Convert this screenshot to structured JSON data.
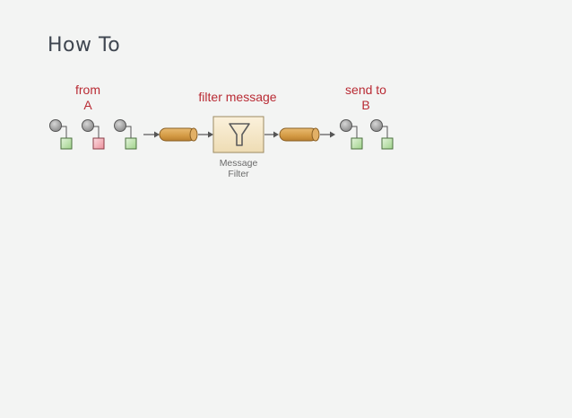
{
  "title": "How To",
  "labels": {
    "from_line1": "from",
    "from_line2": "A",
    "filter": "filter message",
    "send_line1": "send to",
    "send_line2": "B",
    "filter_caption_line1": "Message",
    "filter_caption_line2": "Filter"
  },
  "colors": {
    "accent_red": "#b92b34",
    "pipe_orange": "#d9a04d",
    "filter_box": "#f5e6c8",
    "msg_green": "#b8e0a8",
    "msg_red": "#f2a7b0",
    "node_gray": "#a9a9a9"
  },
  "icons": [
    "message-node",
    "pipe",
    "funnel-icon",
    "arrow"
  ],
  "messages": [
    {
      "group": "source",
      "color": "green"
    },
    {
      "group": "source",
      "color": "red"
    },
    {
      "group": "source",
      "color": "green"
    },
    {
      "group": "target",
      "color": "green"
    },
    {
      "group": "target",
      "color": "green"
    }
  ]
}
